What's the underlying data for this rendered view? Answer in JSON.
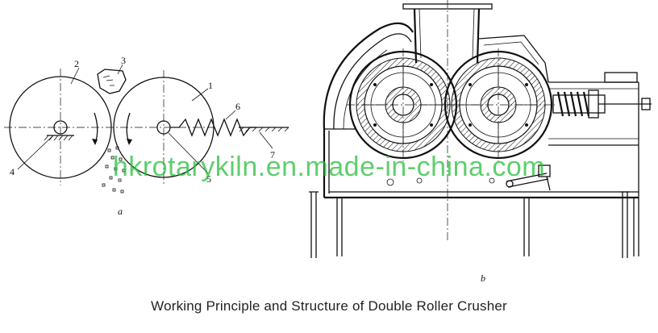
{
  "caption": "Working Principle and  Structure of Double Roller Crusher",
  "watermark": "hkrotarykiln.en.made-in-china.com",
  "figure_a": {
    "sublabel": "a",
    "labels": {
      "roller_fixed": "1",
      "roller_movable": "2",
      "feed": "3",
      "fixed_bearing": "4",
      "movable_bearing": "5",
      "spring": "6",
      "frame": "7"
    }
  },
  "figure_b": {
    "sublabel": "b"
  },
  "colors": {
    "line": "#111111",
    "watermark": "#28be3c",
    "background": "#ffffff"
  }
}
